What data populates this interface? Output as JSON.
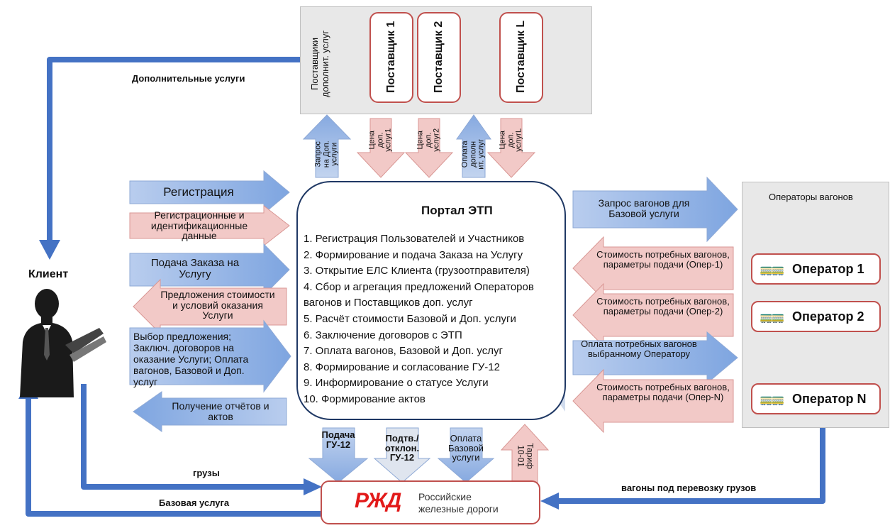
{
  "suppliers_title": "Поставщики дополнит. услуг",
  "suppliers": [
    "Поставщик 1",
    "Поставщик 2",
    "Поставщик L"
  ],
  "additional_services": "Дополнительные услуги",
  "client": "Клиент",
  "portal": {
    "title": "Портал ЭТП",
    "items": [
      "1. Регистрация Пользователей  и Участников",
      "2. Формирование и подача Заказа на Услугу",
      "3. Открытие ЕЛС Клиента (грузоотправителя)",
      "4. Сбор и агрегация предложений Операторов",
      "вагонов и Поставщиков доп. услуг",
      "5. Расчёт стоимости Базовой и Доп. услуги",
      "6. Заключение договоров с ЭТП",
      "7. Оплата вагонов, Базовой и Доп. услуг",
      "8. Формирование и согласование ГУ-12",
      "9. Информирование о статусе Услуги",
      "10. Формирование актов"
    ]
  },
  "top_arrows": {
    "request": "Запрос на Доп. услуги",
    "price1": "Цена доп. услуг1",
    "price2": "Цена доп. услуг2",
    "payment": "Оплата дополн ит. услуг",
    "priceL": "Цена доп. услугL"
  },
  "left_arrows": {
    "registration": "Регистрация",
    "reg_data": "Регистрационные и идентификационные данные",
    "order": "Подача Заказа на Услугу",
    "offers": "Предложения стоимости и условий оказания Услуги",
    "choice": "Выбор предложения; Заключ. договоров на оказание Услуги; Оплата вагонов, Базовой и Доп. услуг",
    "reports": "Получение отчётов и актов"
  },
  "right_arrows": {
    "request_wagons": "Запрос вагонов для Базовой услуги",
    "cost1": "Стоимость потребных вагонов, параметры подачи (Опер-1)",
    "cost2": "Стоимость потребных вагонов, параметры подачи (Опер-2)",
    "payment": "Оплата потребных вагонов выбранному Оператору",
    "costN": "Стоимость потребных вагонов, параметры подачи (Опер-N)"
  },
  "operators_title": "Операторы вагонов",
  "operators": [
    "Оператор 1",
    "Оператор 2",
    "Оператор N"
  ],
  "bottom_arrows": {
    "gu12": "Подача ГУ-12",
    "confirm": "Подтв./ отклон. ГУ-12",
    "pay_base": "Оплата Базовой услуги",
    "tariff": "Тариф 10-01"
  },
  "cargo": "грузы",
  "base_service": "Базовая услуга",
  "wagons_for_cargo": "вагоны под перевозку грузов",
  "rzd": {
    "logo_text": "РЖД",
    "line1": "Российские",
    "line2": "железные дороги"
  },
  "colors": {
    "blue_arrow": "#9db9e8",
    "red_arrow": "#f2c9c7",
    "line_blue": "#4472c4",
    "red_border": "#c0504d",
    "gray_box": "#e8e8e8"
  }
}
